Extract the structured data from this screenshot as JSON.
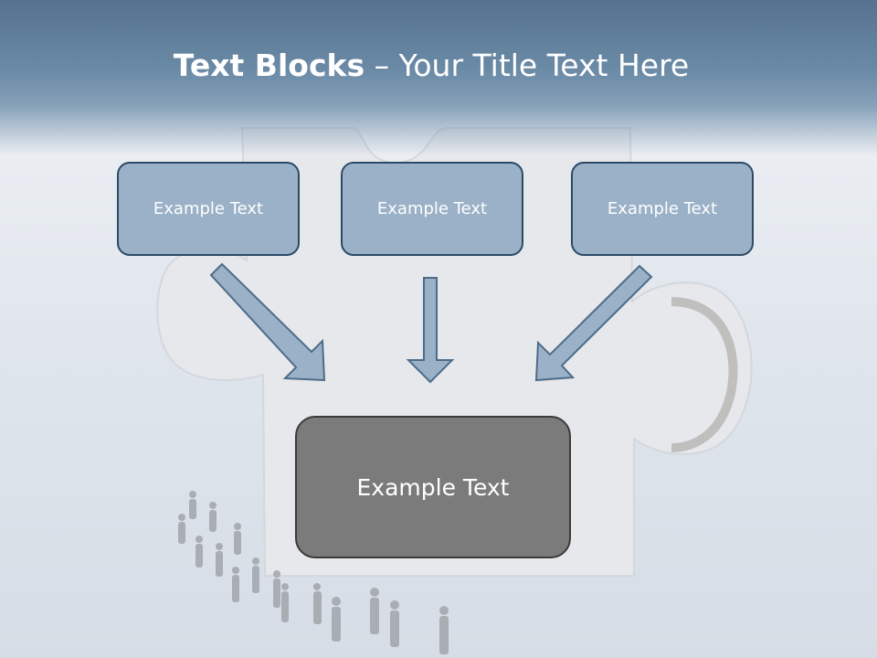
{
  "title": {
    "bold": "Text Blocks",
    "dash": " – ",
    "rest": "Your Title Text Here"
  },
  "blocks": [
    {
      "text": "Example Text"
    },
    {
      "text": "Example Text"
    },
    {
      "text": "Example Text"
    }
  ],
  "main_block": {
    "text": "Example Text"
  },
  "colors": {
    "header": "#5f7f9c",
    "box_fill": "#9ab1c7",
    "box_border": "#2c4a66",
    "main_fill": "#7b7b7b"
  }
}
